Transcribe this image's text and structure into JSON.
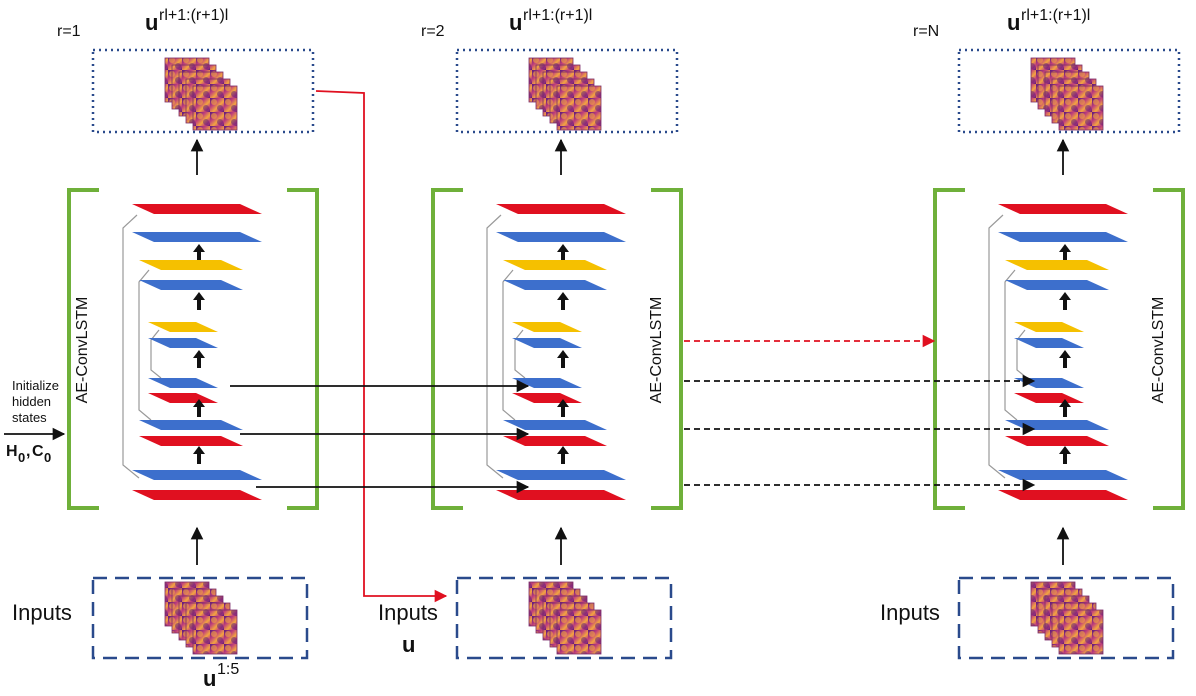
{
  "colors": {
    "encoder_layer": "#3d6fcc",
    "decoder_layer_red": "#e01020",
    "decoder_layer_yellow": "#f5c000",
    "bracket": "#6fb03a",
    "output_box": "#2a4a8c",
    "input_box": "#2a4a8c",
    "red_arrow": "#e01020",
    "arrow": "#111111",
    "heatmap_dark": "#5a1a7a",
    "heatmap_mid": "#c0407a",
    "heatmap_light": "#f3a640"
  },
  "stages": [
    {
      "round_label": "r=1",
      "output_label": "u",
      "output_sup": "rl+1:(r+1)l",
      "block_label": "AE-ConvLSTM",
      "inputs_label": "Inputs",
      "input_var": "u",
      "input_sup": "1:5"
    },
    {
      "round_label": "r=2",
      "output_label": "u",
      "output_sup": "rl+1:(r+1)l",
      "block_label": "AE-ConvLSTM",
      "inputs_label": "Inputs",
      "input_var": "u",
      "input_sup": ""
    },
    {
      "round_label": "r=N",
      "output_label": "u",
      "output_sup": "rl+1:(r+1)l",
      "block_label": "AE-ConvLSTM",
      "inputs_label": "Inputs",
      "input_var": "",
      "input_sup": ""
    }
  ],
  "init": {
    "line1": "Initialize",
    "line2": "hidden",
    "line3": "states",
    "h0": "H",
    "h0_sub": "0",
    "c0": "C",
    "c0_sub": "0"
  }
}
